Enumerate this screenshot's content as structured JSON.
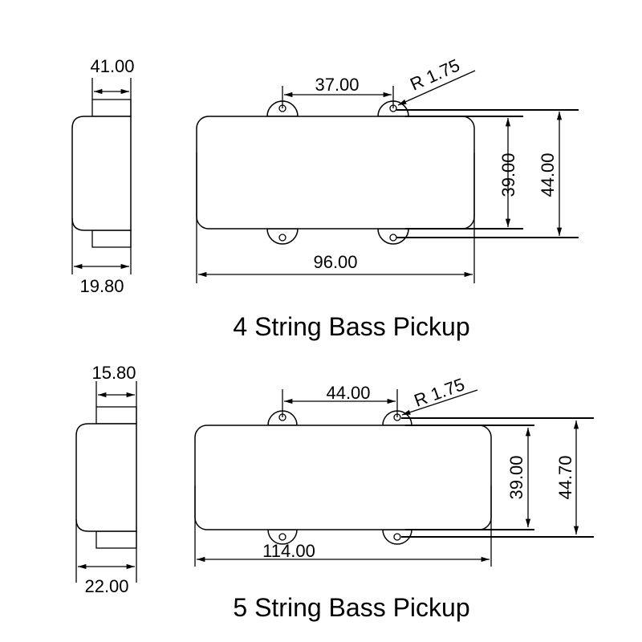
{
  "pickups": [
    {
      "title": "4 String Bass Pickup",
      "side_top_width": "41.00",
      "side_depth": "19.80",
      "mount_spacing": "37.00",
      "hole_radius": "R 1.75",
      "body_width": "39.00",
      "overall_width": "44.00",
      "length": "96.00"
    },
    {
      "title": "5 String Bass Pickup",
      "side_top_width": "15.80",
      "side_depth": "22.00",
      "mount_spacing": "44.00",
      "hole_radius": "R 1.75",
      "body_width": "39.00",
      "overall_width": "44.70",
      "length": "114.00"
    }
  ],
  "colors": {
    "line": "#000000",
    "background": "#ffffff"
  }
}
